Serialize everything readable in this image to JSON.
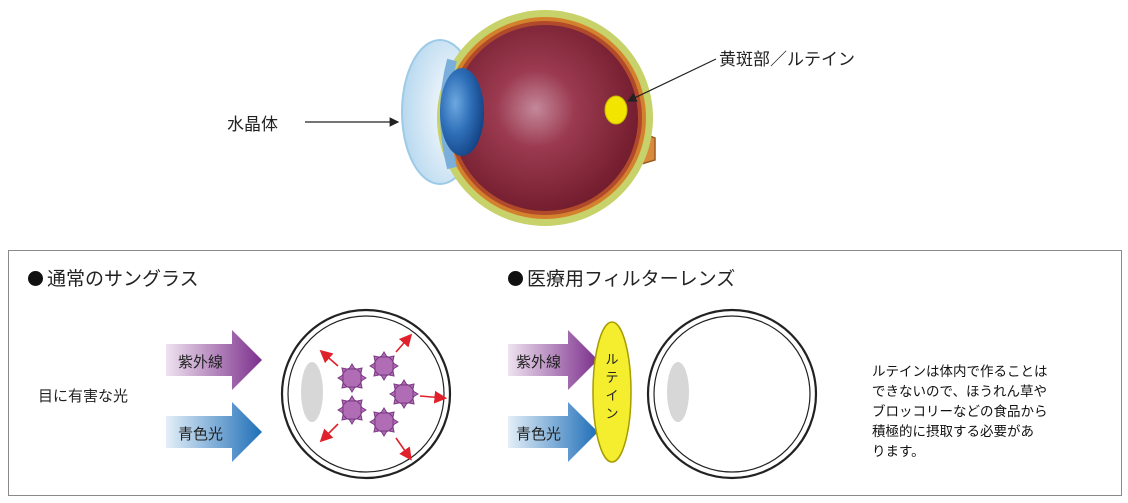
{
  "eye_diagram": {
    "label_lens": "水晶体",
    "label_macula": "黄斑部／ルテイン"
  },
  "panel": {
    "left": {
      "heading": "通常のサングラス",
      "harmful_light": "目に有害な光",
      "uv_label": "紫外線",
      "blue_label": "青色光"
    },
    "right": {
      "heading": "医療用フィルターレンズ",
      "uv_label": "紫外線",
      "blue_label": "青色光",
      "lutein_lens": "ルテイン"
    },
    "note_lines": [
      "ルテインは体内で作ることは",
      "できないので、ほうれん草や",
      "ブロッコリーなどの食品から",
      "積極的に摂取する必要があ",
      "ります。"
    ]
  },
  "colors": {
    "eyeball": "#8e2a3c",
    "outer_ring": "#c9d36a",
    "lens_blue": "#2e6fb8",
    "macula_yellow": "#f2e600",
    "uv_arrow": "#8a3e96",
    "blue_arrow": "#2f7fc4",
    "scatter_arrow": "#e0202a"
  }
}
